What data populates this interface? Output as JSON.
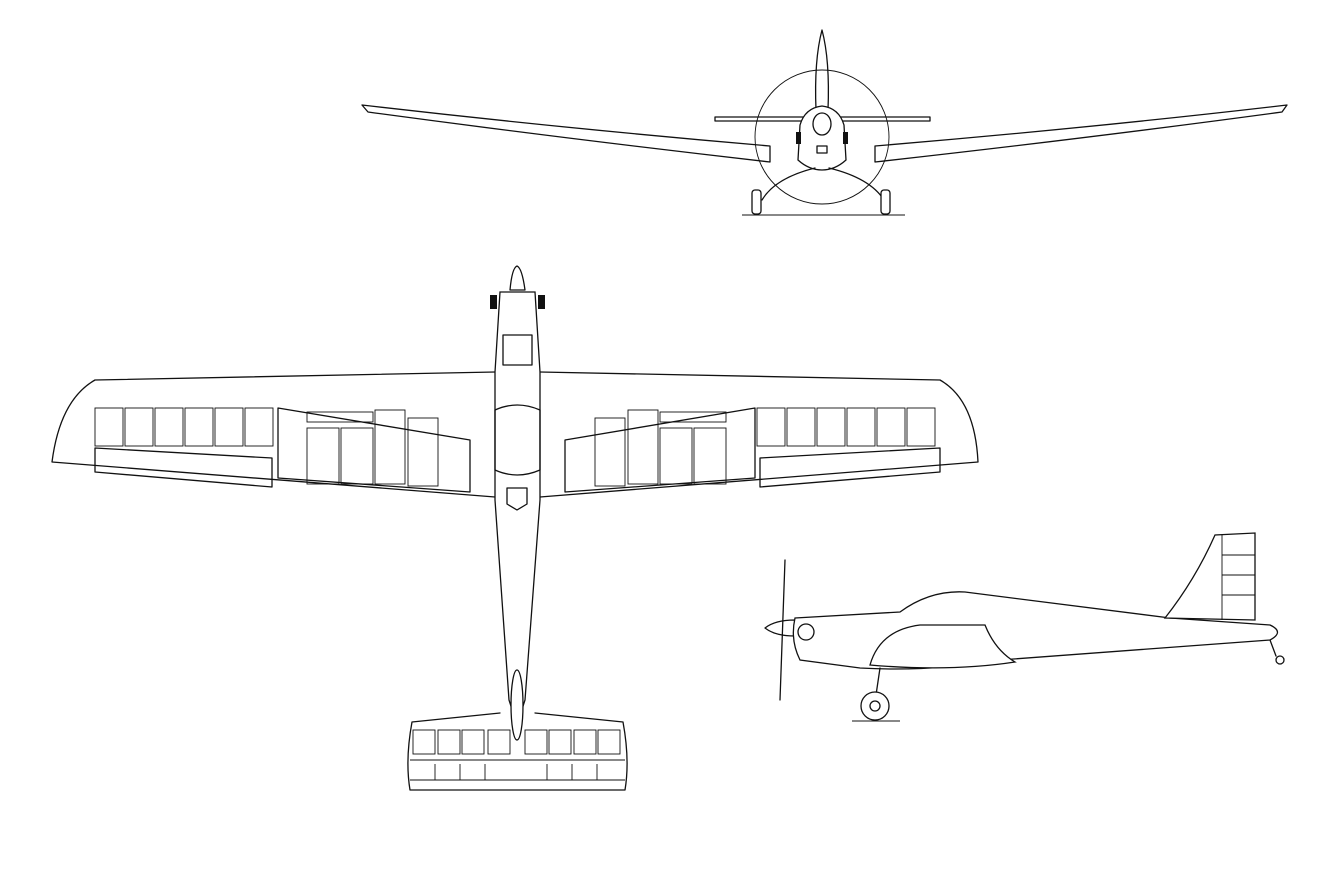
{
  "drawing": {
    "views": [
      "front",
      "top",
      "side"
    ],
    "colors": {
      "line": "#111111",
      "background": "#ffffff"
    }
  }
}
